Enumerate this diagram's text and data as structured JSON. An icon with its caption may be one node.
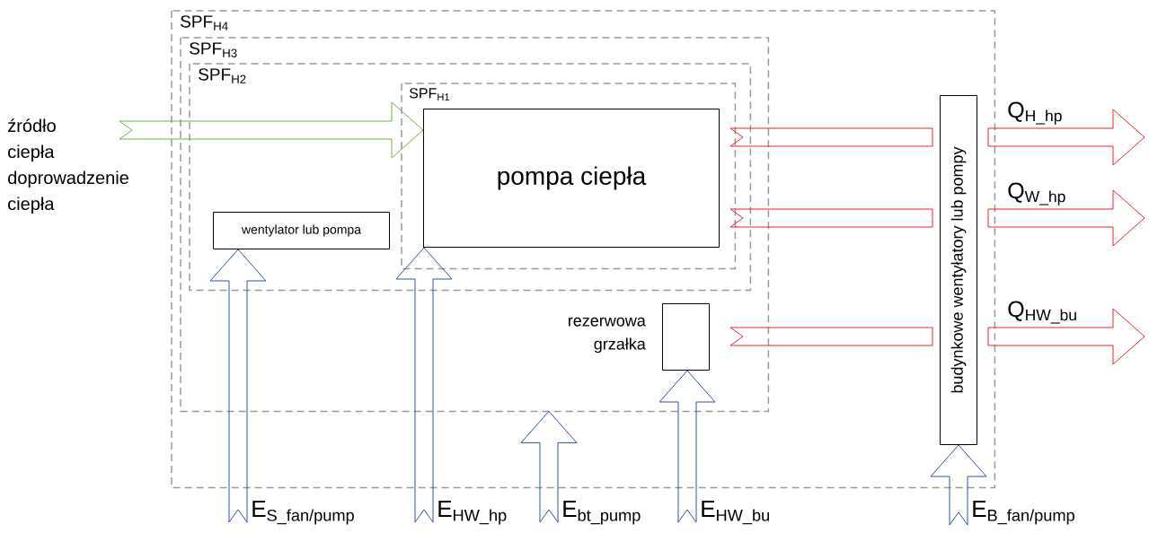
{
  "diagram": {
    "nodes": [
      {
        "text": [
          "SPF$_{H4}$"
        ]
      },
      {
        "text": [
          "SPF$_{H3}$"
        ],
        "in": 0
      },
      {
        "text": [
          "SPF$_{H2}$"
        ],
        "in": 1
      },
      {
        "text": [
          "SPF$_{H1}$"
        ],
        "in": 2
      },
      {
        "text": [
          "pompa ciepła"
        ],
        "in": 3
      },
      {
        "text": [
          "wentylator lub pompa"
        ],
        "in": 2
      },
      {
        "text": [
          "rezerwowa grzałka"
        ],
        "in": 1
      },
      {
        "text": [
          "budynkowe wentyłatory lub pompy"
        ],
        "in": 0
      },
      {
        "text": [
          "źródło ciepła doprowadzenie ciepła"
        ]
      }
    ],
    "edges": [
      {
        "from": 8,
        "to": 4,
        "arrow": "to",
        "color": "#6db33f"
      },
      {
        "from": 4,
        "to": 7,
        "arrow": "none"
      },
      {
        "from": 4,
        "to": 7,
        "arrow": "none"
      },
      {
        "from": 6,
        "to": 7,
        "arrow": "none"
      },
      {
        "from": 7,
        "to": null,
        "arrow": "to",
        "label": "Q$_{H_hp}$"
      },
      {
        "from": 7,
        "to": null,
        "arrow": "to",
        "label": "Q$_{W_hp}$"
      },
      {
        "from": 7,
        "to": null,
        "arrow": "to",
        "label": "Q$_{HW_bu}$"
      },
      {
        "from": null,
        "to": 5,
        "arrow": "to",
        "color": "#2f51a3",
        "label": "E$_{S_fan/pump}$"
      },
      {
        "from": null,
        "to": 4,
        "arrow": "to",
        "color": "#2f51a3",
        "label": "E$_{HW_hp}$"
      },
      {
        "from": null,
        "to": 1,
        "arrow": "to",
        "color": "#2f51a3",
        "label": "E$_{bt_pump}$"
      },
      {
        "from": null,
        "to": 6,
        "arrow": "to",
        "color": "#2f51a3",
        "label": "E$_{HW_bu}$"
      },
      {
        "from": null,
        "to": 7,
        "arrow": "to",
        "color": "#2f51a3",
        "label": "E$_{B_fan/pump}$"
      }
    ]
  }
}
